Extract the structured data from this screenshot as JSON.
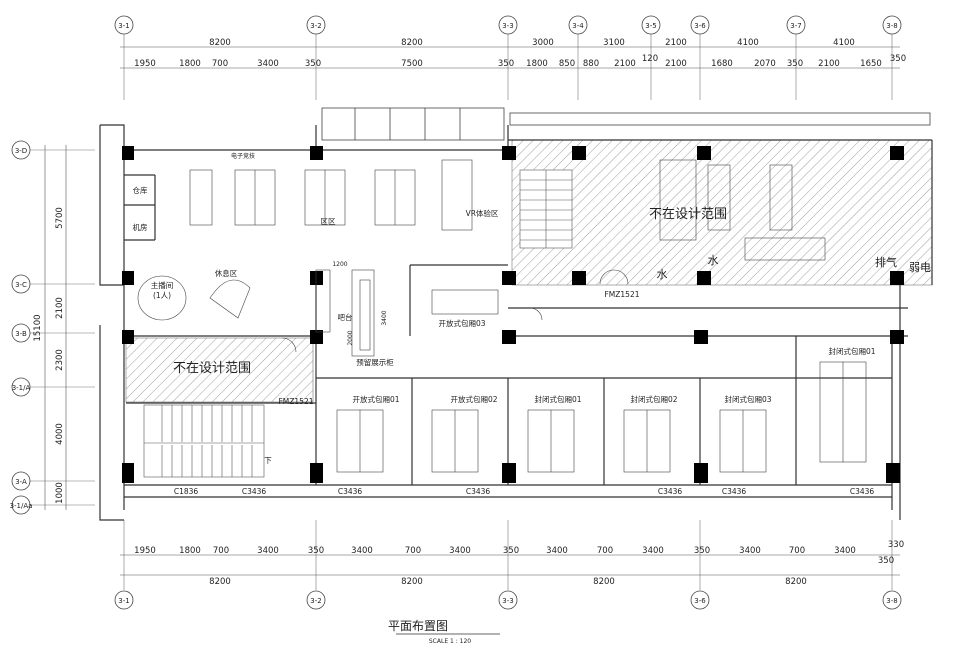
{
  "title": "平面布置图",
  "scale": "SCALE 1 : 120",
  "axes": {
    "columns": [
      "3-1",
      "3-2",
      "3-3",
      "3-4",
      "3-5",
      "3-6",
      "3-7",
      "3-8"
    ],
    "rows": [
      "3-D",
      "3-C",
      "3-B",
      "3-1/A",
      "3-A",
      "3-1/Aa"
    ]
  },
  "dimensions": {
    "top_overall": [
      "8200",
      "8200",
      "3000",
      "3100",
      "2100",
      "4100",
      "4100"
    ],
    "top_detail": [
      "1950",
      "1800",
      "700",
      "3400",
      "350",
      "7500",
      "350",
      "1800",
      "850",
      "880",
      "2100",
      "120",
      "2100",
      "1680",
      "2070",
      "350",
      "2100",
      "1650",
      "350"
    ],
    "bottom_detail": [
      "1950",
      "1800",
      "700",
      "3400",
      "350",
      "3400",
      "700",
      "3400",
      "350",
      "3400",
      "700",
      "3400",
      "350",
      "3400",
      "700",
      "3400",
      "330"
    ],
    "bottom_overall": [
      "8200",
      "8200",
      "8200",
      "8200"
    ],
    "bottom_extra": "350",
    "left_overall": "15100",
    "left_detail": [
      "5700",
      "2100",
      "2300",
      "4000",
      "1000"
    ],
    "bar_width": "1200",
    "bar_length": "3400",
    "bar_inner": "2000"
  },
  "rooms": {
    "warehouse": "仓库",
    "machine_room": "机房",
    "host_room": "主播间",
    "host_room_note": "(1人)",
    "lounge": "休息区",
    "vr_zone": "VR体验区",
    "bar": "吧台",
    "bar_note": "预留展示柜",
    "open_booth_03": "开放式包厢03",
    "open_booth_01": "开放式包厢01",
    "open_booth_02": "开放式包厢02",
    "closed_booth_01": "封闭式包厢01",
    "closed_booth_02": "封闭式包厢02",
    "closed_booth_03": "封闭式包厢03",
    "closed_booth_01b": "封闭式包厢01",
    "out_of_scope_1": "不在设计范围",
    "out_of_scope_2": "不在设计范围",
    "water": "水",
    "water2": "水",
    "exhaust": "排气",
    "weak_power": "弱电",
    "stairs_down": "下",
    "computer_counter": "电子竞技",
    "label_x": "区区"
  },
  "doors": {
    "fm_right": "FMZ1521",
    "fm_left": "FMZ1521"
  },
  "windows": [
    "C1836",
    "C3436",
    "C3436",
    "C3436",
    "C3436",
    "C3436",
    "C3436"
  ]
}
